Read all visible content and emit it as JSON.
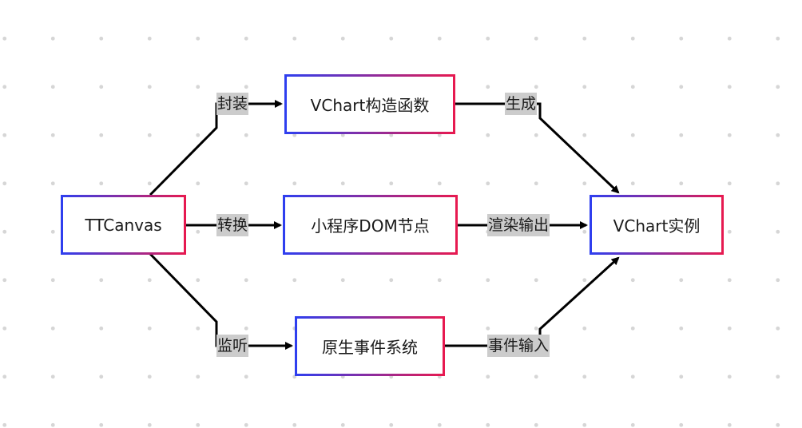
{
  "nodes": {
    "ttcanvas": "TTCanvas",
    "vchart_ctor": "VChart构造函数",
    "mini_dom": "小程序DOM节点",
    "native_events": "原生事件系统",
    "vchart_instance": "VChart实例"
  },
  "edge_labels": {
    "wrap": "封装",
    "convert": "转换",
    "listen": "监听",
    "generate": "生成",
    "render_output": "渲染输出",
    "event_input": "事件输入"
  },
  "colors": {
    "gradient_start": "#2d3ff0",
    "gradient_end": "#e8194f",
    "edge": "#000000",
    "label_bg": "#cccccc"
  }
}
